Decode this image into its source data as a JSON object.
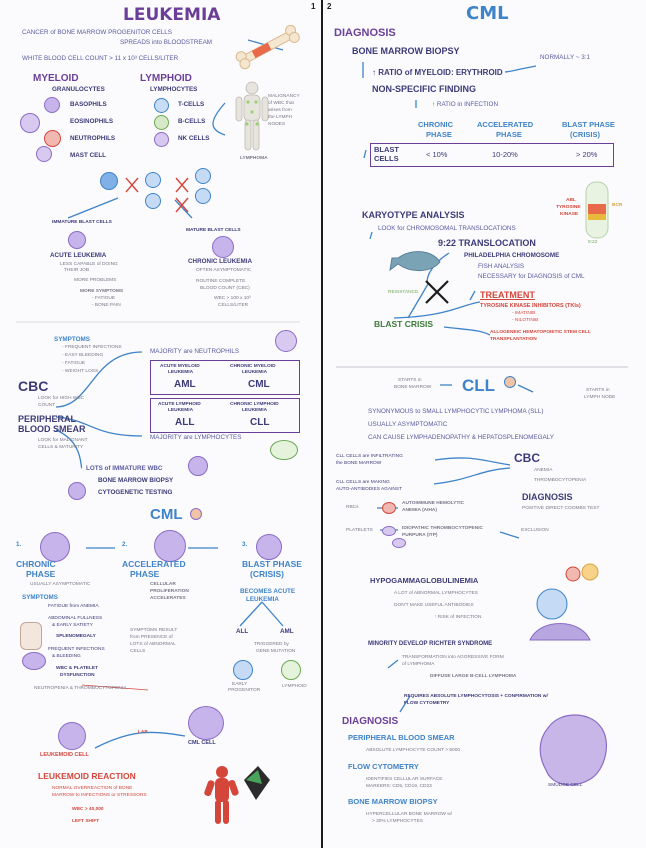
{
  "left": {
    "page_num": "1",
    "title": "LEUKEMIA",
    "intro": {
      "l1a": "CANCER of BONE MARROW PROGENITOR CELLS",
      "l1b": "SPREADS into BLOODSTREAM",
      "l2": "WHITE BLOOD CELL COUNT > 11 x 10³ CELLS/LITER"
    },
    "myeloid": {
      "title": "MYELOID",
      "sub": "GRANULOCYTES",
      "items": [
        "BASOPHILS",
        "EOSINOPHILS",
        "NEUTROPHILS",
        "MAST CELL"
      ]
    },
    "lymphoid": {
      "title": "LYMPHOID",
      "sub": "LYMPHOCYTES",
      "items": [
        "T-CELLS",
        "B-CELLS",
        "NK CELLS"
      ]
    },
    "malignancy": [
      "MALIGNANCY",
      "of WBC that",
      "arises from",
      "the LYMPH",
      "NODES"
    ],
    "lymphoma": "LYMPHOMA",
    "blast": {
      "immature_title": "IMMATURE BLAST CELLS",
      "acute_title": "ACUTE LEUKEMIA",
      "acute_pts": [
        "LESS CAPABLE of DOING",
        "THEIR JOB",
        "MORE PROBLEMS",
        "MORE SYMPTOMS",
        "- FATIGUE",
        "- BONE PAIN"
      ],
      "mature_title": "MATURE BLAST CELLS",
      "chronic_title": "CHRONIC LEUKEMIA",
      "chronic_pts": [
        "OFTEN ASYMPTOMATIC",
        "ROUTINE COMPLETE",
        "BLOOD COUNT (CBC)",
        "WBC > 100 x 10³",
        "CELLS/LITER"
      ]
    },
    "symptoms": {
      "title": "SYMPTOMS",
      "items": [
        "- FREQUENT INFECTIONS",
        "- EASY BLEEDING",
        "- FATIGUE",
        "- WEIGHT LOSS"
      ]
    },
    "cbc": {
      "title": "CBC",
      "look": [
        "LOOK for HIGH WBC",
        "COUNT"
      ],
      "pbs": [
        "PERIPHERAL",
        "BLOOD SMEAR"
      ],
      "look2": [
        "LOOK for MALIGNANT",
        "CELLS & MATURITY"
      ]
    },
    "majority_neut": "MAJORITY are NEUTROPHILS",
    "majority_lymph": "MAJORITY are LYMPHOCYTES",
    "table": {
      "aml_label": [
        "ACUTE MYELOID",
        "LEUKEMIA"
      ],
      "aml": "AML",
      "cml_label": [
        "CHRONIC MYELOID",
        "LEUKEMIA"
      ],
      "cml": "CML",
      "all_label": [
        "ACUTE LYMPHOID",
        "LEUKEMIA"
      ],
      "all": "ALL",
      "cll_label": [
        "CHRONIC LYMPHOID",
        "LEUKEMIA"
      ],
      "cll": "CLL"
    },
    "immature": {
      "l1": "LOTS of IMMATURE WBC",
      "l2": "BONE MARROW BIOPSY",
      "l3": "CYTOGENETIC TESTING"
    },
    "cml": {
      "title": "CML",
      "phases": [
        {
          "num": "1.",
          "name": [
            "CHRONIC",
            "PHASE"
          ],
          "note": "USUALLY ASYMPTOMATIC"
        },
        {
          "num": "2.",
          "name": [
            "ACCELERATED",
            "PHASE"
          ],
          "note": [
            "CELLULAR",
            "PROLIFERATION",
            "ACCELERATES"
          ]
        },
        {
          "num": "3.",
          "name": [
            "BLAST PHASE",
            "(CRISIS)"
          ],
          "note": [
            "BECOMES ACUTE",
            "LEUKEMIA"
          ]
        }
      ],
      "symptoms_title": "SYMPTOMS",
      "sym": [
        "FATIGUE from ANEMIA",
        "ABDOMINAL FULLNESS",
        "& EARLY SATIETY",
        "SPLENOMEGALY",
        "FREQUENT INFECTIONS",
        "& BLEEDING",
        "WBC & PLATELET",
        "DYSFUNCTION"
      ],
      "sym_note": [
        "SYMPTOMS RESULT",
        "from PRESENCE of",
        "LOTS of ABNORMAL",
        "CELLS"
      ],
      "neutro": "NEUTROPENIA & THROMBOCYTOPENIA",
      "all": "ALL",
      "aml": "AML",
      "triggered": [
        "TRIGGERED by",
        "GENE MUTATION"
      ],
      "early": [
        "EARLY",
        "PROGENITOR"
      ],
      "lymphoid": "LYMPHOID"
    },
    "lap": "LAP",
    "leukemoid_cell": "LEUKEMOID CELL",
    "cml_cell": "CML CELL",
    "reaction": {
      "title": "LEUKEMOID REACTION",
      "l1": [
        "NORMAL OVERREACTION of BONE",
        "MARROW to INFECTIONS or STRESSORS"
      ],
      "wbc": "WBC > 40,000",
      "shift": "LEFT SHIFT"
    }
  },
  "right": {
    "page_num": "2",
    "title": "CML",
    "diagnosis": "DIAGNOSIS",
    "biopsy": "BONE MARROW BIOPSY",
    "ratio": "↑ RATIO of MYELOID: ERYTHROID",
    "normally": "NORMALLY ~ 3:1",
    "nonspecific": "NON-SPECIFIC FINDING",
    "ratio_inf": "↑ RATIO in INFECTION",
    "phases_hdr": [
      [
        "CHRONIC",
        "PHASE"
      ],
      [
        "ACCELERATED",
        "PHASE"
      ],
      [
        "BLAST PHASE",
        "(CRISIS)"
      ]
    ],
    "blast_label": [
      "BLAST",
      "CELLS"
    ],
    "blast_vals": [
      "< 10%",
      "10-20%",
      "> 20%"
    ],
    "abl": [
      "ABL",
      "TYROSINE",
      "KINASE"
    ],
    "bcr": "BCR",
    "ninetwotwo_small": "9:22",
    "karyotype": "KARYOTYPE ANALYSIS",
    "look_trans": "LOOK for CHROMOSOMAL TRANSLOCATIONS",
    "translocation": "9:22 TRANSLOCATION",
    "philadelphia": "PHILADELPHIA CHROMOSOME",
    "fish": "FISH ANALYSIS",
    "necessary": "NECESSARY for DIAGNOSIS of CML",
    "resistance": "RESISTANCE",
    "treatment": "TREATMENT",
    "tki": "TYROSINE KINASE INHIBITORS (TKIs)",
    "tki_ex": [
      "- IMATINIB",
      "- NILOTINIB"
    ],
    "blast_crisis": "BLAST CRISIS",
    "transplant": [
      "ALLOGENEIC HEMATOPOIETIC STEM CELL",
      "TRANSPLANTATION"
    ],
    "cll": {
      "title": "CLL",
      "starts_bm": [
        "STARTS in",
        "BONE MARROW"
      ],
      "starts_ln": [
        "STARTS in",
        "LYMPH NODE"
      ],
      "syn": "SYNONYMOUS to SMALL LYMPHOCYTIC LYMPHOMA (SLL)",
      "asym": "USUALLY ASYMPTOMATIC",
      "cause": "CAN CAUSE LYMPHADENOPATHY & HEPATOSPLENOMEGALY",
      "infiltrating": [
        "CLL CELLS are INFILTRATING",
        "the BONE MARROW"
      ],
      "autoab": [
        "CLL CELLS are MAKING",
        "AUTO-ANTIBODIES AGAINST"
      ],
      "cbc": "CBC",
      "anemia": "ANEMIA",
      "thrombo": "THROMBOCYTOPENIA",
      "rbcs": "RBCs",
      "aiha": [
        "AUTOIMMUNE HEMOLYTIC",
        "ANEMIA (AIHA)"
      ],
      "platelets": "PLATELETS",
      "itp": [
        "IDIOPATHIC THROMBOCYTOPENIC",
        "PURPURA (ITP)"
      ],
      "diag": "DIAGNOSIS",
      "coombs": "POSITIVE DIRECT COOMBS TEST",
      "exclusion": "EXCLUSION",
      "hypogamma": "HYPOGAMMAGLOBULINEMIA",
      "lot": "A LOT of ABNORMAL LYMPHOCYTES",
      "dont": "DON'T MAKE USEFUL ANTIBODIES",
      "risk": "↑ RISK of INFECTION",
      "richter": "MINORITY DEVELOP RICHTER SYNDROME",
      "transform": [
        "TRANSFORMATION into AGGRESSIVE FORM",
        "of LYMPHOMA"
      ],
      "dlbcl": "DIFFUSE LARGE B-CELL LYMPHOMA",
      "requires": [
        "REQUIRES ABSOLUTE LYMPHOCYTOSIS + CONFIRMATION w/",
        "FLOW CYTOMETRY"
      ],
      "diag2": "DIAGNOSIS",
      "pbs": "PERIPHERAL BLOOD SMEAR",
      "abs": "ABSOLUTE LYMPHOCYTE COUNT > 5000",
      "flow": "FLOW CYTOMETRY",
      "identifies": [
        "IDENTIFIES CELLULAR SURFACE",
        "MARKERS: CD5, CD19, CD23"
      ],
      "smudge": "SMUDGE CELL",
      "bmb": "BONE MARROW BIOPSY",
      "hyper": [
        "HYPERCELLULAR BONE MARROW w/",
        "> 30% LYMPHOCYTES"
      ]
    }
  }
}
